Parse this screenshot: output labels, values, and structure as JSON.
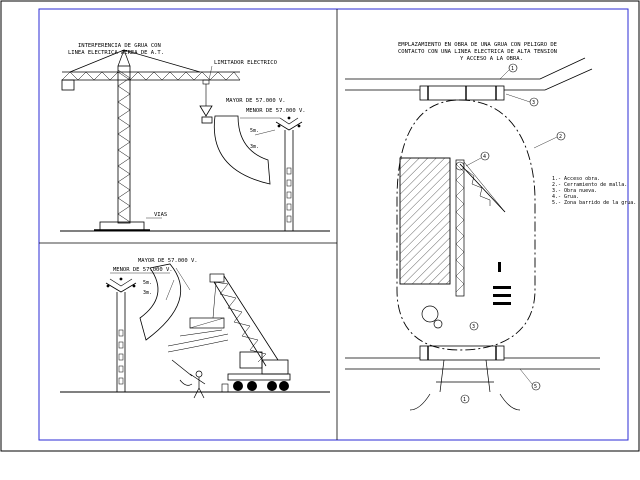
{
  "drawing": {
    "panel_top_left_title_1": "INTERFERENCIA DE GRUA CON",
    "panel_top_left_title_2": "LINEA ELECTRICA AEREA DE A.T.",
    "label_limitador": "LIMITADOR ELECTRICO",
    "label_mayor_1": "MAYOR DE 57.000 V.",
    "label_menor_1": "MENOR DE 57.000 V.",
    "label_5m_1": "5m.",
    "label_3m_1": "3m.",
    "label_vias": "VIAS",
    "label_mayor_2": "MAYOR DE 57.000 V.",
    "label_menor_2": "MENOR DE 57.000 V.",
    "label_5m_2": "5m.",
    "label_3m_2": "3m.",
    "panel_right_title_1": "EMPLAZAMIENTO EN OBRA DE UNA GRUA CON PELIGRO DE",
    "panel_right_title_2": "CONTACTO CON UNA LINEA ELECTRICA DE ALTA TENSION",
    "panel_right_title_3": "Y ACCESO A LA OBRA.",
    "callout_1": "1",
    "callout_2": "2",
    "callout_3": "3",
    "callout_4": "4",
    "callout_5": "5",
    "legend_1": "1.- Acceso obra.",
    "legend_2": "2.- Cerramiento de malla.",
    "legend_3": "3.- Obra nueva.",
    "legend_4": "4.- Grua.",
    "legend_5": "5.- Zona barrido de la grua."
  }
}
